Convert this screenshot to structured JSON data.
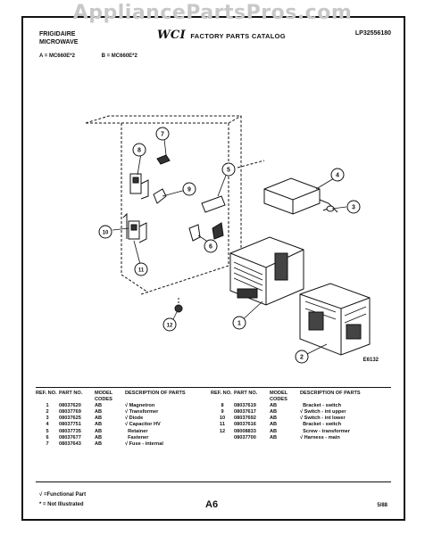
{
  "watermark": "AppliancePartsPros.com",
  "header": {
    "brand_line1": "FRIGIDAIRE",
    "brand_line2": "MICROWAVE",
    "logo": "WCI",
    "catalog_title": "FACTORY PARTS CATALOG",
    "catalog_number": "LP32556180"
  },
  "models": {
    "a": "A = MC660E*2",
    "b": "B = MC660E*2"
  },
  "callouts": [
    "1",
    "2",
    "3",
    "4",
    "5",
    "6",
    "7",
    "8",
    "9",
    "10",
    "11",
    "12"
  ],
  "diagram_code": "E6132",
  "table": {
    "headers": {
      "ref": "REF. NO.",
      "part": "PART NO.",
      "codes": "MODEL CODES",
      "desc": "DESCRIPTION OF PARTS"
    },
    "left_rows": [
      {
        "ref": "1",
        "part": "08037620",
        "codes": "AB",
        "func": "√",
        "desc": "Magnetron"
      },
      {
        "ref": "2",
        "part": "08037769",
        "codes": "AB",
        "func": "√",
        "desc": "Transformer"
      },
      {
        "ref": "3",
        "part": "08037625",
        "codes": "AB",
        "func": "√",
        "desc": "Diode"
      },
      {
        "ref": "4",
        "part": "08037751",
        "codes": "AB",
        "func": "√",
        "desc": "Capacitor HV"
      },
      {
        "ref": "5",
        "part": "08037735",
        "codes": "AB",
        "func": "",
        "desc": "Retainer"
      },
      {
        "ref": "6",
        "part": "08037677",
        "codes": "AB",
        "func": "",
        "desc": "Fastener"
      },
      {
        "ref": "7",
        "part": "08037643",
        "codes": "AB",
        "func": "√",
        "desc": "Fuse - internal"
      }
    ],
    "right_rows": [
      {
        "ref": "8",
        "part": "08037619",
        "codes": "AB",
        "func": "",
        "desc": "Bracket - switch"
      },
      {
        "ref": "9",
        "part": "08037617",
        "codes": "AB",
        "func": "√",
        "desc": "Switch - int upper"
      },
      {
        "ref": "10",
        "part": "08037692",
        "codes": "AB",
        "func": "√",
        "desc": "Switch - int lower"
      },
      {
        "ref": "11",
        "part": "08037616",
        "codes": "AB",
        "func": "",
        "desc": "Bracket - switch"
      },
      {
        "ref": "12",
        "part": "08008833",
        "codes": "AB",
        "func": "",
        "desc": "Screw - transformer"
      },
      {
        "ref": "",
        "part": "08037700",
        "codes": "AB",
        "func": "√",
        "desc": "Harness - main"
      }
    ]
  },
  "footnotes": {
    "functional": "√ =Functional Part",
    "not_illustrated": "* = Not Illustrated"
  },
  "page_id": "A6",
  "page_date": "5/88",
  "colors": {
    "ink": "#111111",
    "watermark": "#c8c8c8",
    "paper": "#ffffff"
  }
}
